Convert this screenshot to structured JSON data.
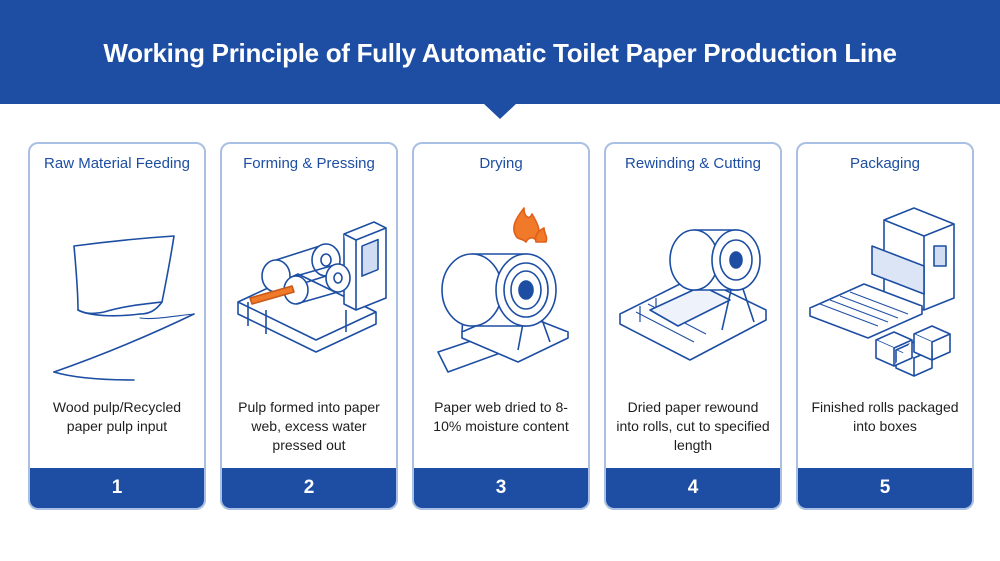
{
  "header": {
    "title": "Working Principle of Fully Automatic Toilet Paper Production Line"
  },
  "colors": {
    "primary": "#1d4ea3",
    "card_border": "#a9bfe3",
    "accent_orange": "#f07a2a"
  },
  "steps": [
    {
      "number": "1",
      "title": "Raw Material Feeding",
      "description": "Wood pulp/Recycled paper pulp input",
      "icon": "pulp-sheet-icon"
    },
    {
      "number": "2",
      "title": "Forming & Pressing",
      "description": "Pulp formed into paper web, excess water pressed out",
      "icon": "press-machine-icon"
    },
    {
      "number": "3",
      "title": "Drying",
      "description": "Paper web dried to 8-10% moisture content",
      "icon": "drying-roll-icon"
    },
    {
      "number": "4",
      "title": "Rewinding & Cutting",
      "description": "Dried paper rewound into rolls, cut to specified length",
      "icon": "rewinding-machine-icon"
    },
    {
      "number": "5",
      "title": "Packaging",
      "description": "Finished rolls packaged into boxes",
      "icon": "packaging-machine-icon"
    }
  ]
}
